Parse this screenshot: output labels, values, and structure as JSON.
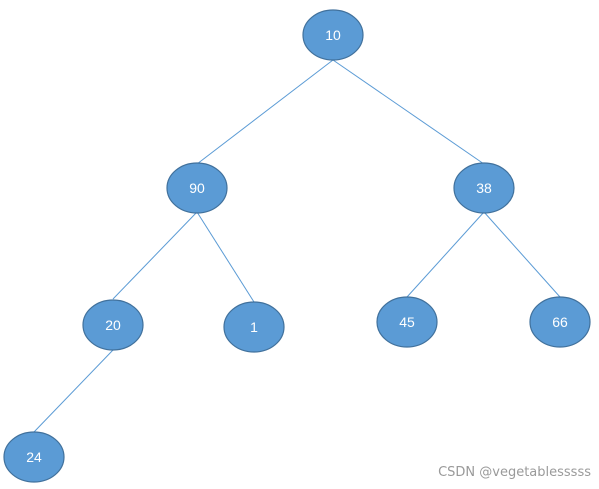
{
  "tree": {
    "nodes": [
      {
        "id": "n10",
        "label": "10"
      },
      {
        "id": "n90",
        "label": "90"
      },
      {
        "id": "n38",
        "label": "38"
      },
      {
        "id": "n20",
        "label": "20"
      },
      {
        "id": "n1",
        "label": "1"
      },
      {
        "id": "n45",
        "label": "45"
      },
      {
        "id": "n66",
        "label": "66"
      },
      {
        "id": "n24",
        "label": "24"
      }
    ],
    "edges": [
      {
        "from": "n10",
        "to": "n90"
      },
      {
        "from": "n10",
        "to": "n38"
      },
      {
        "from": "n90",
        "to": "n20"
      },
      {
        "from": "n90",
        "to": "n1"
      },
      {
        "from": "n38",
        "to": "n45"
      },
      {
        "from": "n38",
        "to": "n66"
      },
      {
        "from": "n20",
        "to": "n24"
      }
    ],
    "colors": {
      "node_fill": "#5b9bd5",
      "node_stroke": "#41719c",
      "edge": "#5b9bd5",
      "label": "#ffffff"
    }
  },
  "watermark": {
    "text": "CSDN @vegetablesssss"
  }
}
